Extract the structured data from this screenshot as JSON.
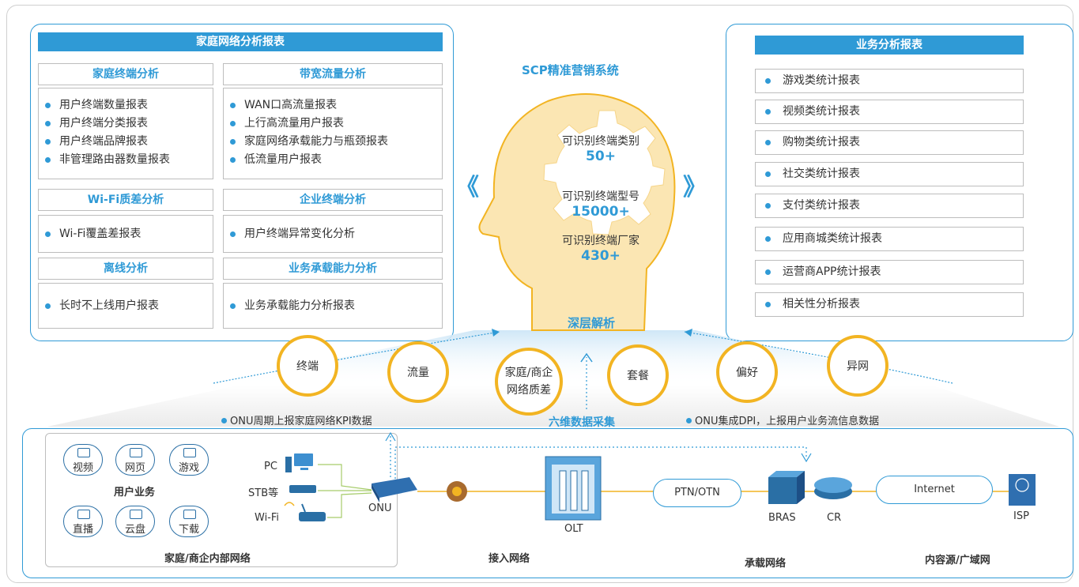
{
  "left_panel": {
    "title": "家庭网络分析报表",
    "sections": [
      {
        "title": "家庭终端分析",
        "items": [
          "用户终端数量报表",
          "用户终端分类报表",
          "用户终端品牌报表",
          "非管理路由器数量报表"
        ]
      },
      {
        "title": "带宽流量分析",
        "items": [
          "WAN口高流量报表",
          "上行高流量用户报表",
          "家庭网络承载能力与瓶颈报表",
          "低流量用户报表"
        ]
      },
      {
        "title": "Wi-Fi质差分析",
        "items": [
          "Wi-Fi覆盖差报表"
        ]
      },
      {
        "title": "企业终端分析",
        "items": [
          "用户终端异常变化分析"
        ]
      },
      {
        "title": "离线分析",
        "items": [
          "长时不上线用户报表"
        ]
      },
      {
        "title": "业务承载能力分析",
        "items": [
          "业务承载能力分析报表"
        ]
      }
    ]
  },
  "right_panel": {
    "title": "业务分析报表",
    "items": [
      "游戏类统计报表",
      "视频类统计报表",
      "购物类统计报表",
      "社交类统计报表",
      "支付类统计报表",
      "应用商城类统计报表",
      "运营商APP统计报表",
      "相关性分析报表"
    ]
  },
  "center": {
    "title": "SCP精准营销系统",
    "stats": [
      {
        "label": "可识别终端类别",
        "value": "50+"
      },
      {
        "label": "可识别终端型号",
        "value": "15000+"
      },
      {
        "label": "可识别终端厂家",
        "value": "430+"
      }
    ],
    "deep": "深层解析",
    "chev_left": "《",
    "chev_right": "》"
  },
  "dimensions": [
    "终端",
    "流量",
    "家庭/商企网络质差",
    "套餐",
    "偏好",
    "异网"
  ],
  "dim_big_lines": [
    "家庭/商企",
    "网络质差"
  ],
  "notes": {
    "left": "ONU周期上报家庭网络KPI数据",
    "right": "ONU集成DPI，上报用户业务流信息数据",
    "six": "六维数据采集"
  },
  "network": {
    "services": [
      "视频",
      "网页",
      "游戏",
      "直播",
      "云盘",
      "下载"
    ],
    "services_label": "用户业务",
    "devices": [
      "PC",
      "STB等",
      "Wi-Fi"
    ],
    "onu": "ONU",
    "olt": "OLT",
    "ptn": "PTN/OTN",
    "bras": "BRAS",
    "cr": "CR",
    "internet": "Internet",
    "isp": "ISP",
    "sections": [
      "家庭/商企内部网络",
      "接入网络",
      "承载网络",
      "内容源/广域网"
    ]
  },
  "colors": {
    "accent": "#2f9ad6",
    "circle": "#f2b422",
    "head": "#fbe6b3"
  }
}
